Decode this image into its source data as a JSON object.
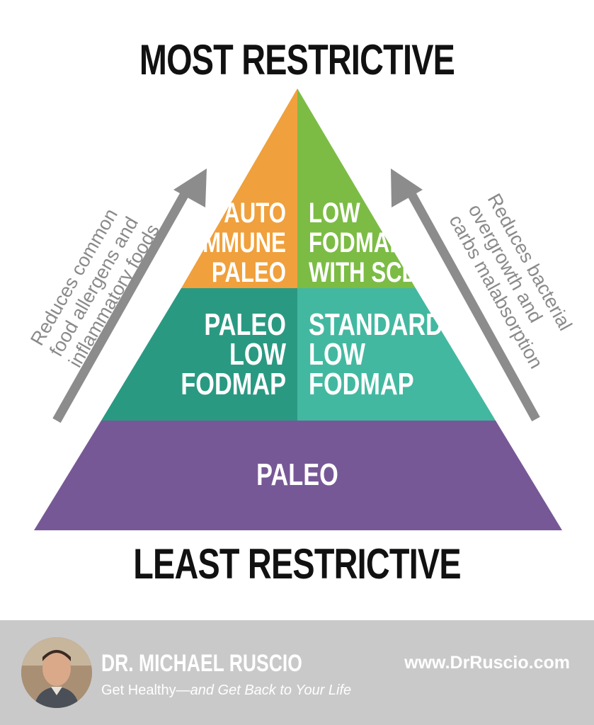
{
  "headings": {
    "top": "MOST RESTRICTIVE",
    "bottom": "LEAST RESTRICTIVE"
  },
  "pyramid": {
    "top_left": [
      "AUTO",
      "IMMUNE",
      "PALEO"
    ],
    "top_right": [
      "LOW",
      "FODMAP",
      "WITH SCD"
    ],
    "middle_left": [
      "PALEO",
      "LOW",
      "FODMAP"
    ],
    "middle_right": [
      "STANDARD",
      "LOW",
      "FODMAP"
    ],
    "base": "PALEO",
    "colors": {
      "top_left": "#f0a03c",
      "top_right": "#7cbc45",
      "middle_left": "#2a9982",
      "middle_right": "#43b8a0",
      "base": "#775896"
    }
  },
  "side_notes": {
    "left": [
      "Reduces common",
      "food allergens and",
      "inflammatory foods"
    ],
    "right": [
      "Reduces bacterial",
      "overgrowth and",
      "carbs malabsorption"
    ]
  },
  "footer": {
    "name": "DR. MICHAEL RUSCIO",
    "tagline_plain": "Get Healthy—",
    "tagline_emphasis": "and Get Back to Your Life",
    "url": "www.DrRuscio.com"
  }
}
